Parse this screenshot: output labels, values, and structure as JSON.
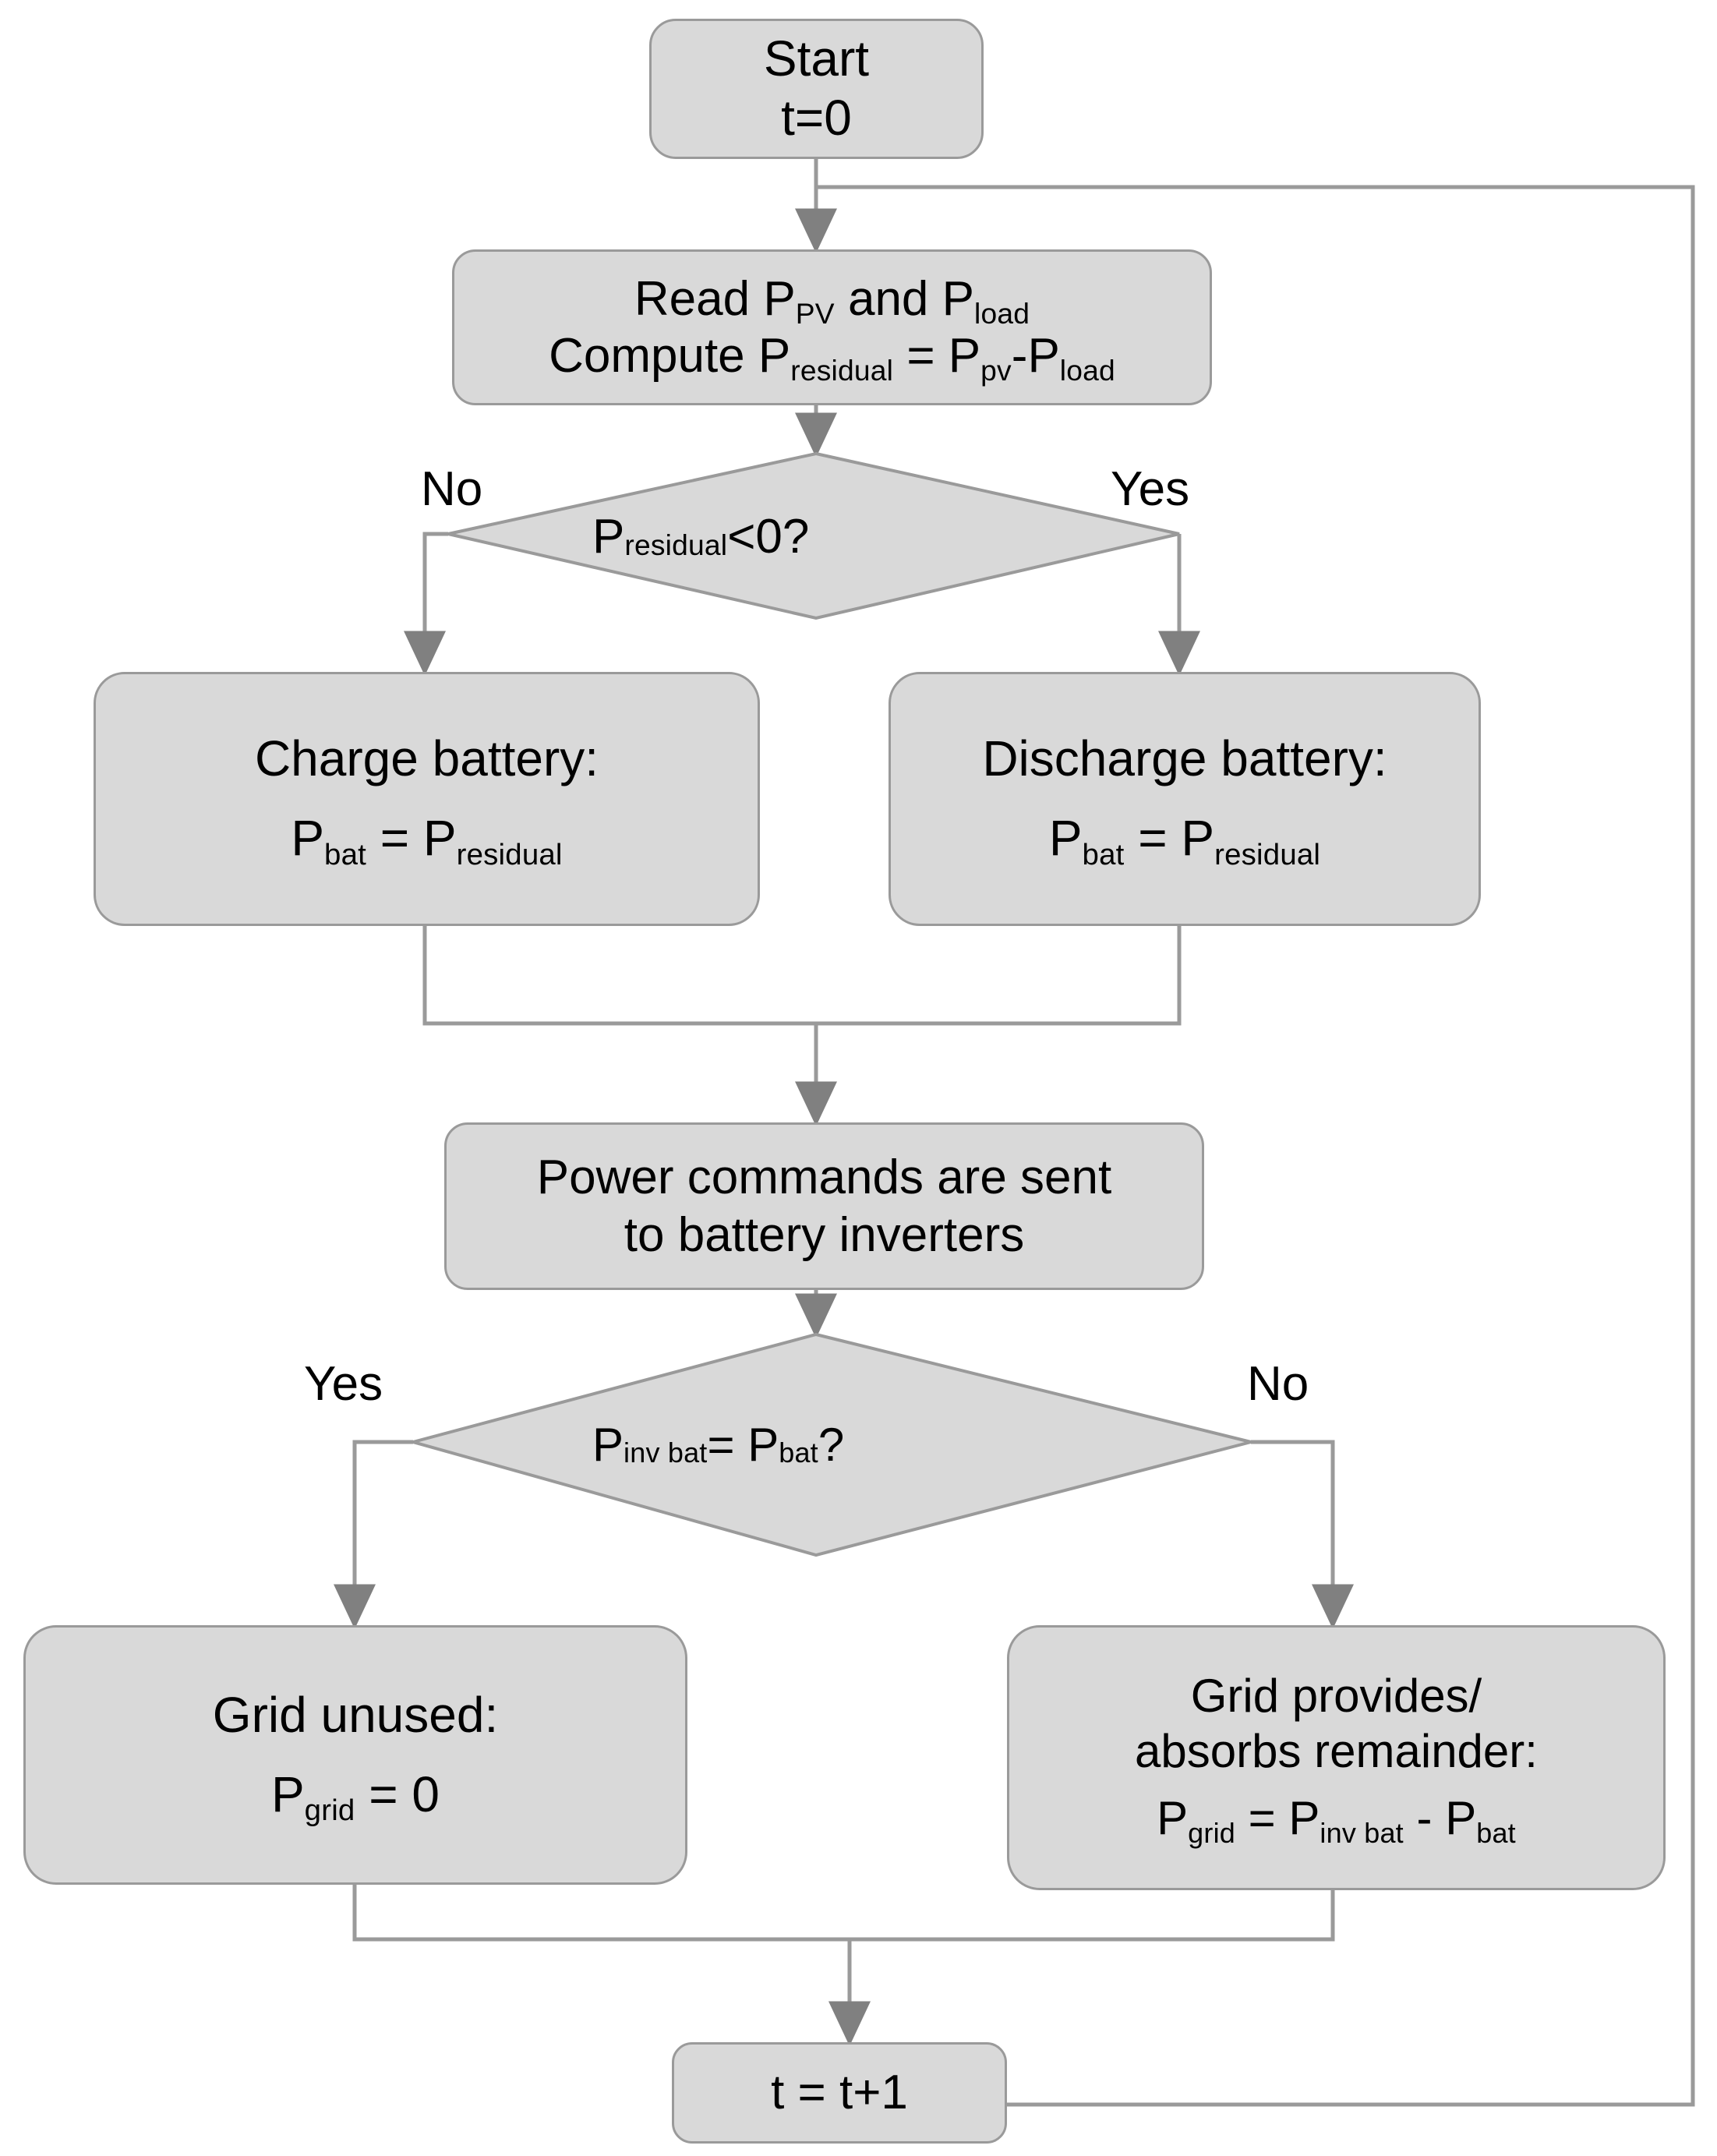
{
  "diagram": {
    "title": "Battery and grid power dispatch control flowchart",
    "style": {
      "node_fill": "#d9d9d9",
      "node_stroke": "#9a9a9a",
      "connector_color": "#9a9a9a",
      "arrow_color": "#808080",
      "text_color": "#000000",
      "background": "#ffffff"
    },
    "nodes": [
      {
        "id": "start",
        "shape": "rounded-rect",
        "lines": [
          "Start",
          "t=0"
        ]
      },
      {
        "id": "read",
        "shape": "rounded-rect",
        "line1_pre": "Read P",
        "line1_sub1": "PV",
        "line1_mid": " and P",
        "line1_sub2": "load",
        "line2_pre": "Compute P",
        "line2_sub1": "residual",
        "line2_mid": " = P",
        "line2_sub2": "pv",
        "line2_mid2": "-P",
        "line2_sub3": "load"
      },
      {
        "id": "decision_residual",
        "shape": "diamond",
        "text_pre": "P",
        "text_sub": "residual",
        "text_post": "<0?",
        "branch_left": "No",
        "branch_right": "Yes"
      },
      {
        "id": "charge",
        "shape": "rounded-rect",
        "line1": "Charge battery:",
        "line2_pre": "P",
        "line2_sub1": "bat",
        "line2_mid": " = P",
        "line2_sub2": "residual"
      },
      {
        "id": "discharge",
        "shape": "rounded-rect",
        "line1": "Discharge battery:",
        "line2_pre": "P",
        "line2_sub1": "bat",
        "line2_mid": " = P",
        "line2_sub2": "residual"
      },
      {
        "id": "commands",
        "shape": "rounded-rect",
        "line1": "Power commands are sent",
        "line2": "to battery inverters"
      },
      {
        "id": "decision_inv",
        "shape": "diamond",
        "text_pre": "P",
        "text_sub1": "inv bat",
        "text_mid": " = P",
        "text_sub2": "bat",
        "text_post": "?",
        "branch_left": "Yes",
        "branch_right": "No"
      },
      {
        "id": "grid_unused",
        "shape": "rounded-rect",
        "line1": "Grid unused:",
        "line2_pre": "P",
        "line2_sub1": "grid",
        "line2_post": " = 0"
      },
      {
        "id": "grid_remainder",
        "shape": "rounded-rect",
        "line1": "Grid provides/",
        "line2": "absorbs remainder:",
        "line3_pre": "P",
        "line3_sub1": "grid",
        "line3_mid": " = P",
        "line3_sub2": "inv bat",
        "line3_mid2": " - P",
        "line3_sub3": "bat"
      },
      {
        "id": "increment",
        "shape": "rounded-rect",
        "line1": "t = t+1"
      }
    ]
  }
}
